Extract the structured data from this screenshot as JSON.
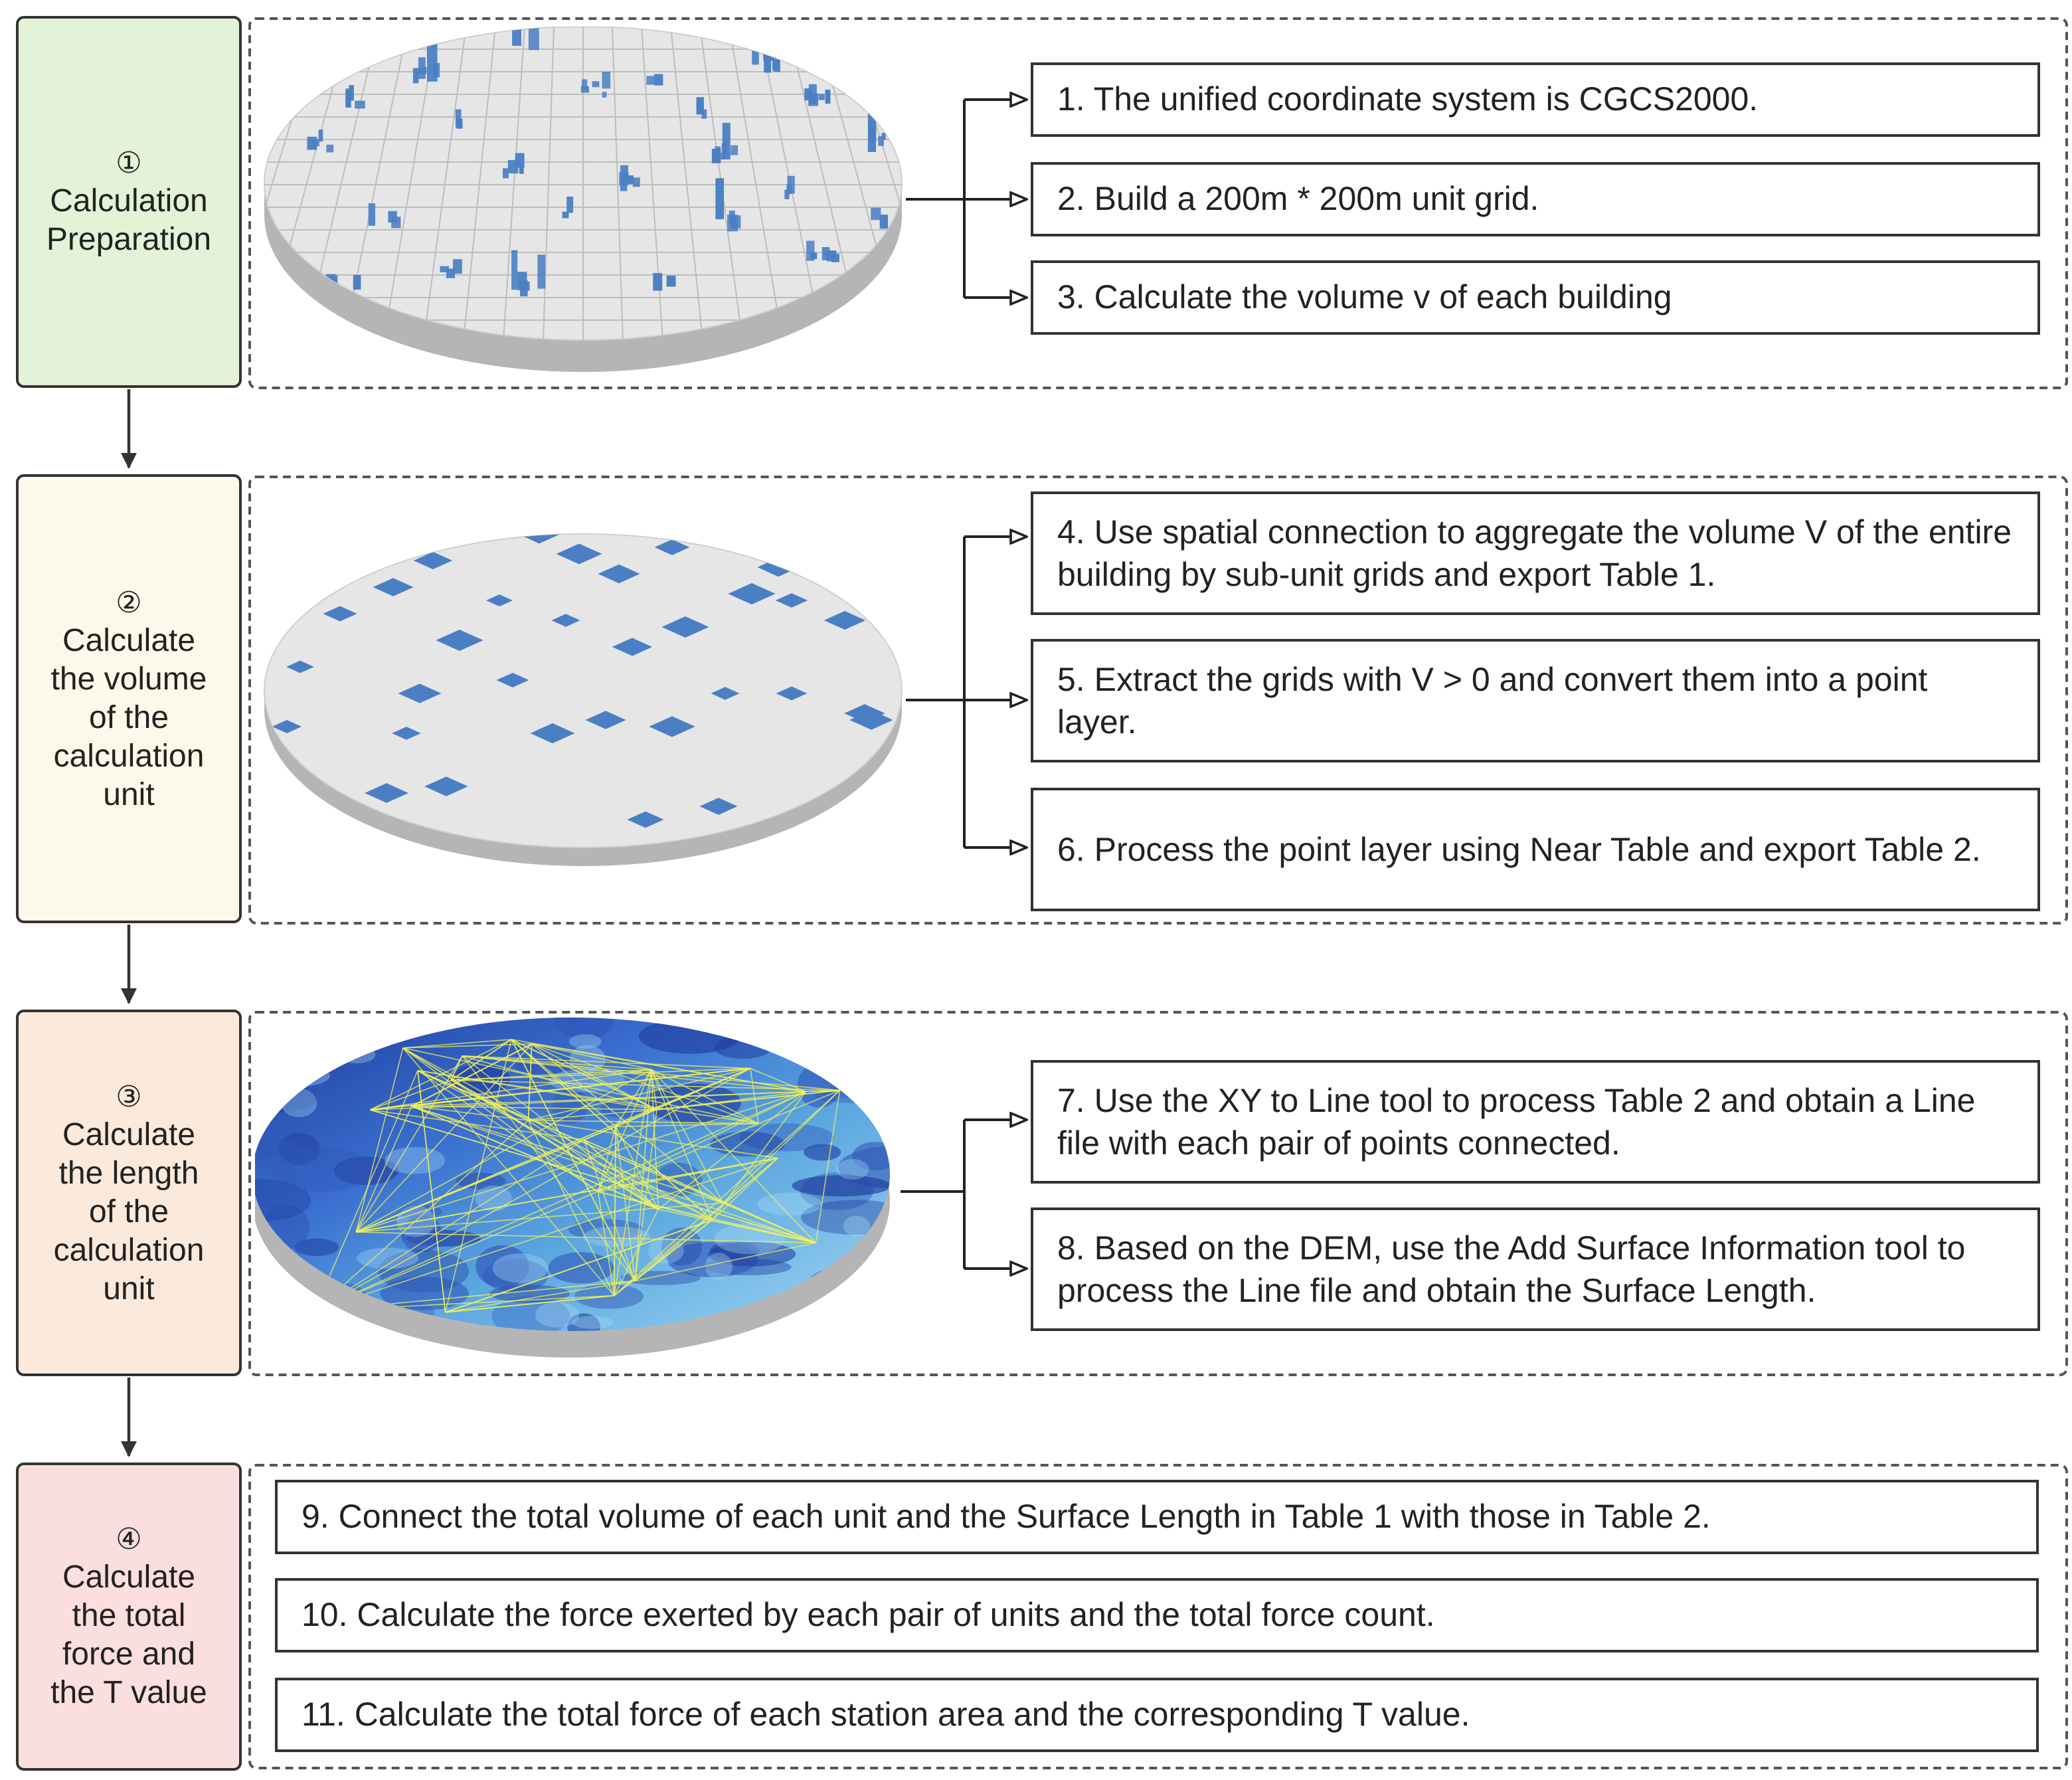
{
  "stages": [
    {
      "num": "①",
      "label": "Calculation\nPreparation",
      "color": "#e2f3d8"
    },
    {
      "num": "②",
      "label": "Calculate\nthe volume\nof the\ncalculation\nunit",
      "color": "#fdf9ea"
    },
    {
      "num": "③",
      "label": "Calculate\nthe length\nof the\ncalculation\nunit",
      "color": "#fbe9dc"
    },
    {
      "num": "④",
      "label": "Calculate\nthe total\nforce and\nthe T value",
      "color": "#fbdede"
    }
  ],
  "steps": [
    "1. The unified coordinate system is CGCS2000.",
    "2. Build a 200m * 200m unit grid.",
    "3. Calculate the volume v of each building",
    "4. Use spatial connection to aggregate the volume V of the entire building by sub-unit grids and export Table 1.",
    "5. Extract the grids with V > 0 and convert them into a point layer.",
    "6. Process the point layer using Near Table and export Table 2.",
    "7. Use the XY to Line tool to process Table 2 and obtain a Line file with each pair of points connected.",
    "8. Based on the DEM, use the Add Surface Information tool to process the Line file and obtain the Surface Length.",
    "9. Connect the total volume of each unit and the Surface Length in Table 1 with those in Table 2.",
    "10. Calculate the force exerted by each pair of units and the total force count.",
    "11. Calculate the total force of each station area and the corresponding T value."
  ],
  "colors": {
    "building": "#4a7fc4",
    "disc_top": "#e6e6e6",
    "disc_side": "#b5b5b5",
    "terrain_dark": "#1f3d9e",
    "terrain_light": "#7fc4ea",
    "lines": "#f2f25a"
  }
}
